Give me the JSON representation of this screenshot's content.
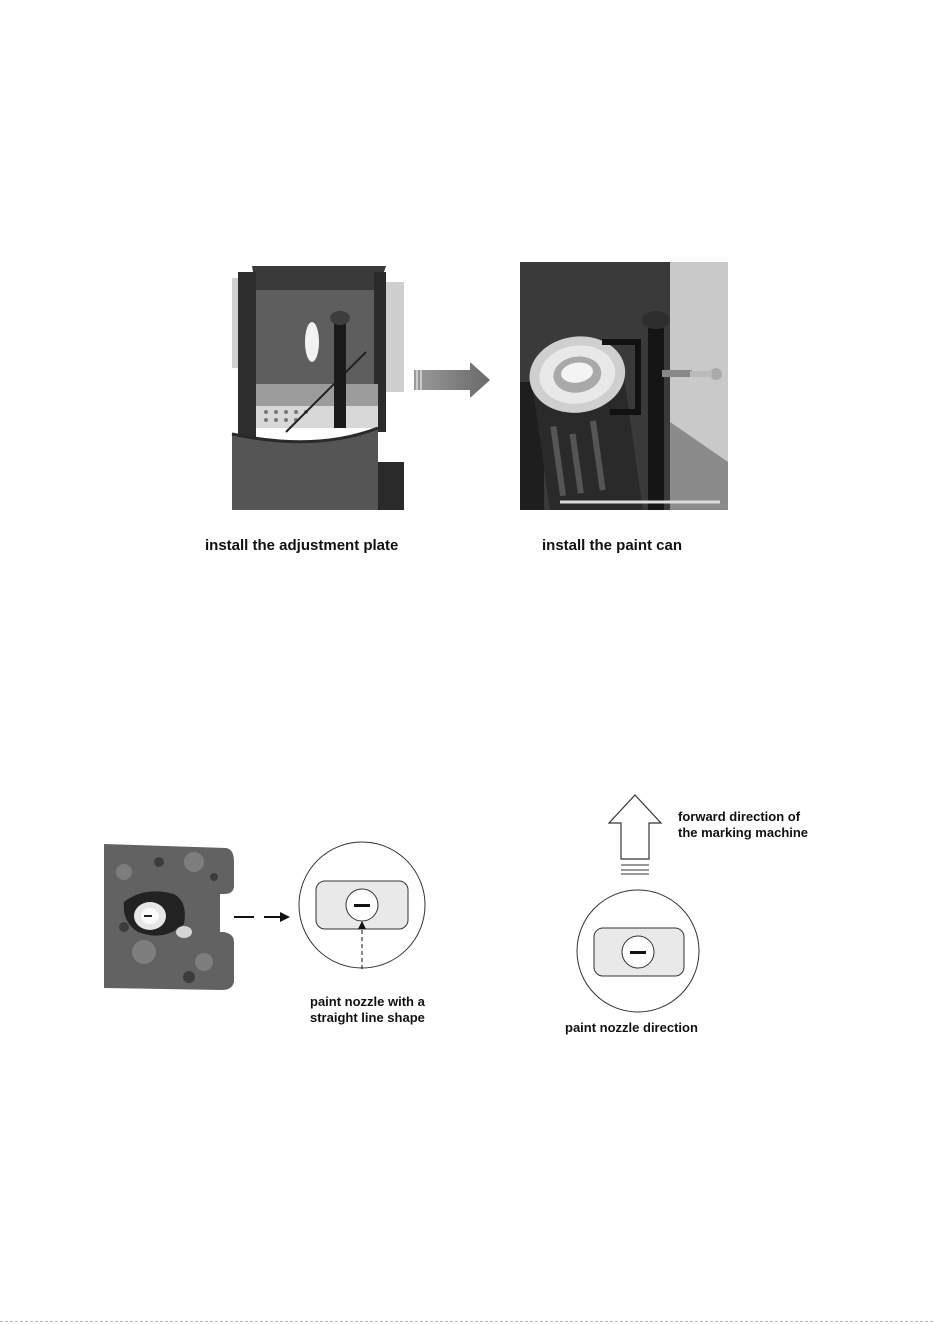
{
  "step_a": {
    "caption_left": "install the adjustment plate",
    "caption_right": "install the paint can"
  },
  "step_b": {
    "nozzle_shape_line1": "paint nozzle with a",
    "nozzle_shape_line2": "straight line shape",
    "forward_line1": "forward direction of",
    "forward_line2": "the marking machine",
    "nozzle_direction": "paint nozzle direction"
  },
  "icons": [
    "right-arrow-icon",
    "dashed-arrow-icon",
    "up-arrow-icon",
    "nozzle-slot-icon"
  ]
}
